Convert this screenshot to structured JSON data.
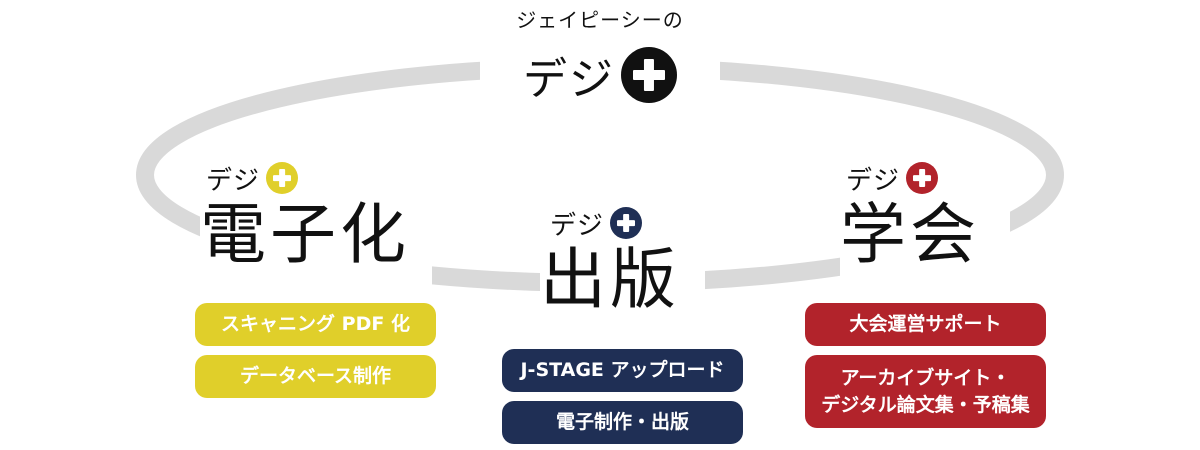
{
  "brand": {
    "small": "ジェイピーシーの",
    "big": "デジ"
  },
  "sections": {
    "digitize": {
      "prefix": "デジ",
      "title": "電子化",
      "accent": "#E0CF2A",
      "items": [
        "スキャニング PDF 化",
        "データベース制作"
      ]
    },
    "publish": {
      "prefix": "デジ",
      "title": "出版",
      "accent": "#1F2F55",
      "items": [
        "J-STAGE アップロード",
        "電子制作・出版"
      ]
    },
    "society": {
      "prefix": "デジ",
      "title": "学会",
      "accent": "#B2232B",
      "items": [
        "大会運営サポート",
        "アーカイブサイト・\nデジタル論文集・予稿集"
      ]
    }
  },
  "colors": {
    "ring": "#D9D9D9",
    "brand_plus": "#111111"
  },
  "icons": {
    "plus": "plus-circle-icon"
  }
}
